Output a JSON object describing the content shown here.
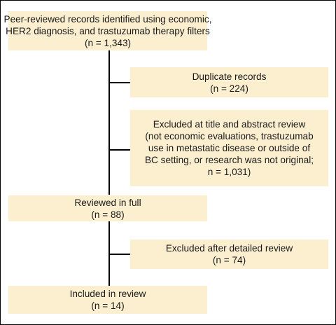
{
  "flowchart": {
    "identified": {
      "line1": "Peer-reviewed records identified using economic,",
      "line2": "HER2 diagnosis, and trastuzumab therapy filters",
      "line3": "(n = 1,343)"
    },
    "duplicates": {
      "line1": "Duplicate records",
      "line2": "(n = 224)"
    },
    "excluded_title": {
      "line1": "Excluded at title and abstract review",
      "line2": "(not economic evaluations, trastuzumab",
      "line3": "use in metastatic disease or outside of",
      "line4": "BC setting, or research was not original;",
      "line5": "n = 1,031)"
    },
    "reviewed": {
      "line1": "Reviewed in full",
      "line2": "(n = 88)"
    },
    "excluded_detail": {
      "line1": "Excluded after detailed review",
      "line2": "(n = 74)"
    },
    "included": {
      "line1": "Included in review",
      "line2": "(n = 14)"
    }
  },
  "colors": {
    "box_fill": "#fbefcf",
    "line": "#000000",
    "text": "#1a1a1a"
  }
}
